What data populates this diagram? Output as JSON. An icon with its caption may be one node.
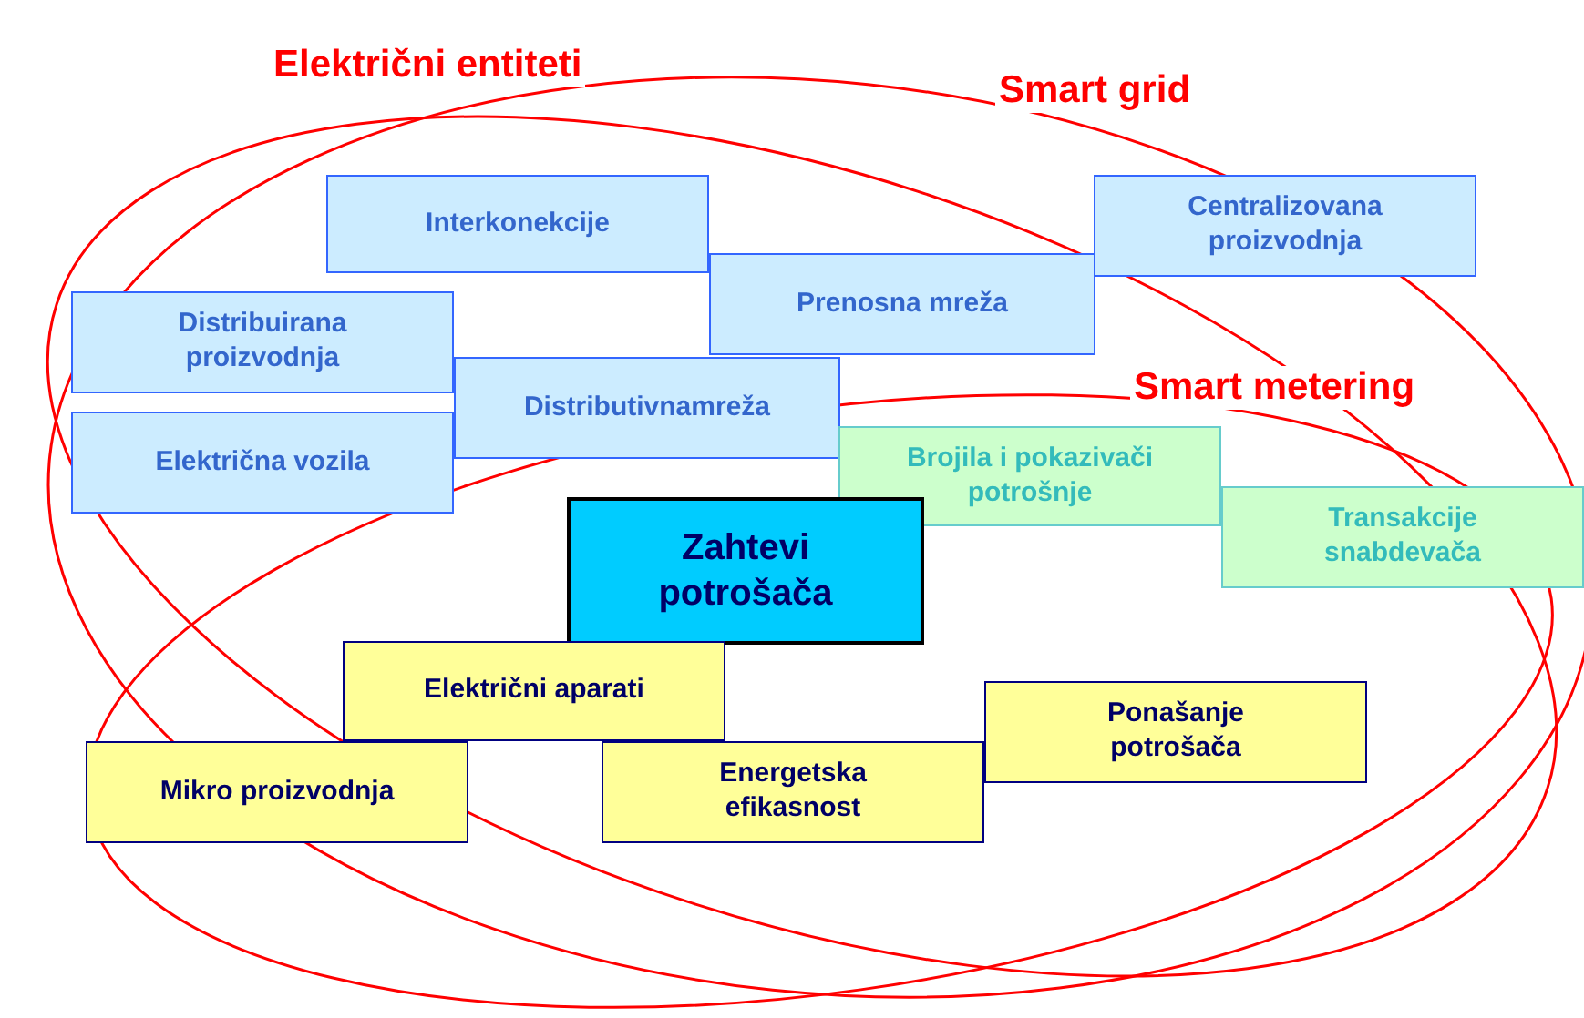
{
  "diagram": {
    "nodes": [
      {
        "text": [
          "Interkonekcije"
        ]
      },
      {
        "text": [
          "Centralizovana proizvodnja"
        ]
      },
      {
        "text": [
          "Prenosna mreža"
        ]
      },
      {
        "text": [
          "Distribuirana proizvodnja"
        ]
      },
      {
        "text": [
          "Distributivnamreža"
        ]
      },
      {
        "text": [
          "Električna vozila"
        ]
      },
      {
        "text": [
          "Brojila i pokazivači potrošnje"
        ]
      },
      {
        "text": [
          "Transakcije snabdevača"
        ]
      },
      {
        "text": [
          "Zahtevi potrošača"
        ]
      },
      {
        "text": [
          "Električni aparati"
        ]
      },
      {
        "text": [
          "Ponašanje potrošača"
        ]
      },
      {
        "text": [
          "Mikro proizvodnja"
        ]
      },
      {
        "text": [
          "Energetska efikasnost"
        ]
      }
    ],
    "labels": [
      "Električni entiteti",
      "Smart grid",
      "Smart metering"
    ]
  }
}
